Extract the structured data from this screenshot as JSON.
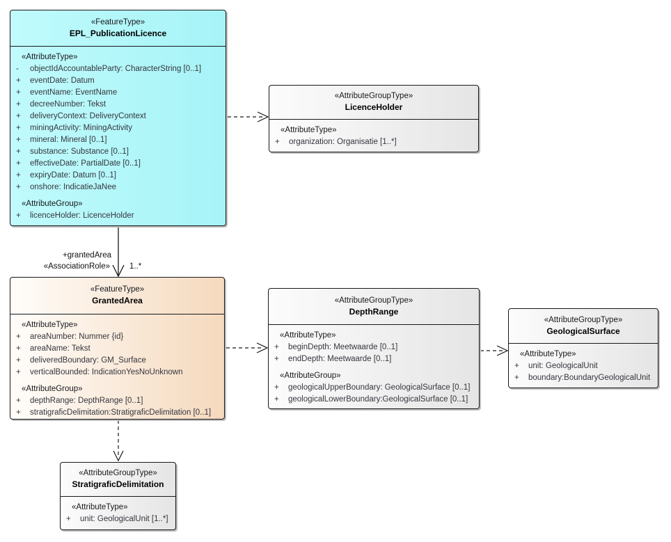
{
  "diagram": {
    "background_color": "#ffffff",
    "connector_labels": {
      "role_name": "+grantedArea",
      "stereotype": "«AssociationRole»",
      "multiplicity": "1..*"
    },
    "colors": {
      "feature_type_fill": "#aaf6f9",
      "granted_area_fill": "#f5d9bd",
      "attribute_group_fill": "#e5e5e5",
      "line_color": "#17171c"
    },
    "boxes": [
      {
        "id": "epl-publicationlicence",
        "stereotype": "«FeatureType»",
        "name": "EPL_PublicationLicence",
        "fill_from": "#c0fbfc",
        "fill_to": "#a6f3f7",
        "groups": [
          {
            "header": "«AttributeType»",
            "rows": [
              {
                "vis": "-",
                "text": "objectIdAccountableParty: CharacterString [0..1]"
              },
              {
                "vis": "+",
                "text": "eventDate: Datum"
              },
              {
                "vis": "+",
                "text": "eventName: EventName"
              },
              {
                "vis": "+",
                "text": "decreeNumber: Tekst"
              },
              {
                "vis": "+",
                "text": "deliveryContext: DeliveryContext"
              },
              {
                "vis": "+",
                "text": "miningActivity: MiningActivity"
              },
              {
                "vis": "+",
                "text": "mineral: Mineral [0..1]"
              },
              {
                "vis": "+",
                "text": "substance: Substance [0..1]"
              },
              {
                "vis": "+",
                "text": "effectiveDate: PartialDate [0..1]"
              },
              {
                "vis": "+",
                "text": "expiryDate: Datum [0..1]"
              },
              {
                "vis": "+",
                "text": "onshore: IndicatieJaNee"
              }
            ]
          },
          {
            "header": "«AttributeGroup»",
            "rows": [
              {
                "vis": "+",
                "text": "licenceHolder: LicenceHolder"
              }
            ]
          }
        ]
      },
      {
        "id": "licenceholder",
        "stereotype": "«AttributeGroupType»",
        "name": "LicenceHolder",
        "fill_from": "#fcfcfc",
        "fill_to": "#e5e5e5",
        "groups": [
          {
            "header": "«AttributeType»",
            "rows": [
              {
                "vis": "+",
                "text": "organization: Organisatie [1..*]"
              }
            ]
          }
        ]
      },
      {
        "id": "grantedarea",
        "stereotype": "«FeatureType»",
        "name": "GrantedArea",
        "fill_from": "#fffdfa",
        "fill_to": "#f5d9bd",
        "groups": [
          {
            "header": "«AttributeType»",
            "rows": [
              {
                "vis": "+",
                "text": "areaNumber: Nummer {id}"
              },
              {
                "vis": "+",
                "text": "areaName: Tekst"
              },
              {
                "vis": "+",
                "text": "deliveredBoundary: GM_Surface"
              },
              {
                "vis": "+",
                "text": "verticalBounded: IndicationYesNoUnknown"
              }
            ]
          },
          {
            "header": "«AttributeGroup»",
            "rows": [
              {
                "vis": "+",
                "text": "depthRange: DepthRange [0..1]"
              },
              {
                "vis": "+",
                "text": "stratigraficDelimitation:StratigraficDelimitation [0..1]"
              }
            ]
          }
        ]
      },
      {
        "id": "depthrange",
        "stereotype": "«AttributeGroupType»",
        "name": "DepthRange",
        "fill_from": "#fcfcfc",
        "fill_to": "#e5e5e5",
        "groups": [
          {
            "header": "«AttributeType»",
            "rows": [
              {
                "vis": "+",
                "text": "beginDepth: Meetwaarde [0..1]"
              },
              {
                "vis": "+",
                "text": "endDepth: Meetwaarde [0..1]"
              }
            ]
          },
          {
            "header": "«AttributeGroup»",
            "rows": [
              {
                "vis": "+",
                "text": "geologicalUpperBoundary: GeologicalSurface [0..1]"
              },
              {
                "vis": "+",
                "text": "geologicalLowerBoundary:GeologicalSurface [0..1]"
              }
            ]
          }
        ]
      },
      {
        "id": "geologicalsurface",
        "stereotype": "«AttributeGroupType»",
        "name": "GeologicalSurface",
        "fill_from": "#fcfcfc",
        "fill_to": "#e5e5e5",
        "groups": [
          {
            "header": "«AttributeType»",
            "rows": [
              {
                "vis": "+",
                "text": "unit: GeologicalUnit"
              },
              {
                "vis": "+",
                "text": "boundary:BoundaryGeologicalUnit"
              }
            ]
          }
        ]
      },
      {
        "id": "stratigraficdelimitation",
        "stereotype": "«AttributeGroupType»",
        "name": "StratigraficDelimitation",
        "fill_from": "#fcfcfc",
        "fill_to": "#e5e5e5",
        "groups": [
          {
            "header": "«AttributeType»",
            "rows": [
              {
                "vis": "+",
                "text": "unit: GeologicalUnit [1..*]"
              }
            ]
          }
        ]
      }
    ]
  }
}
